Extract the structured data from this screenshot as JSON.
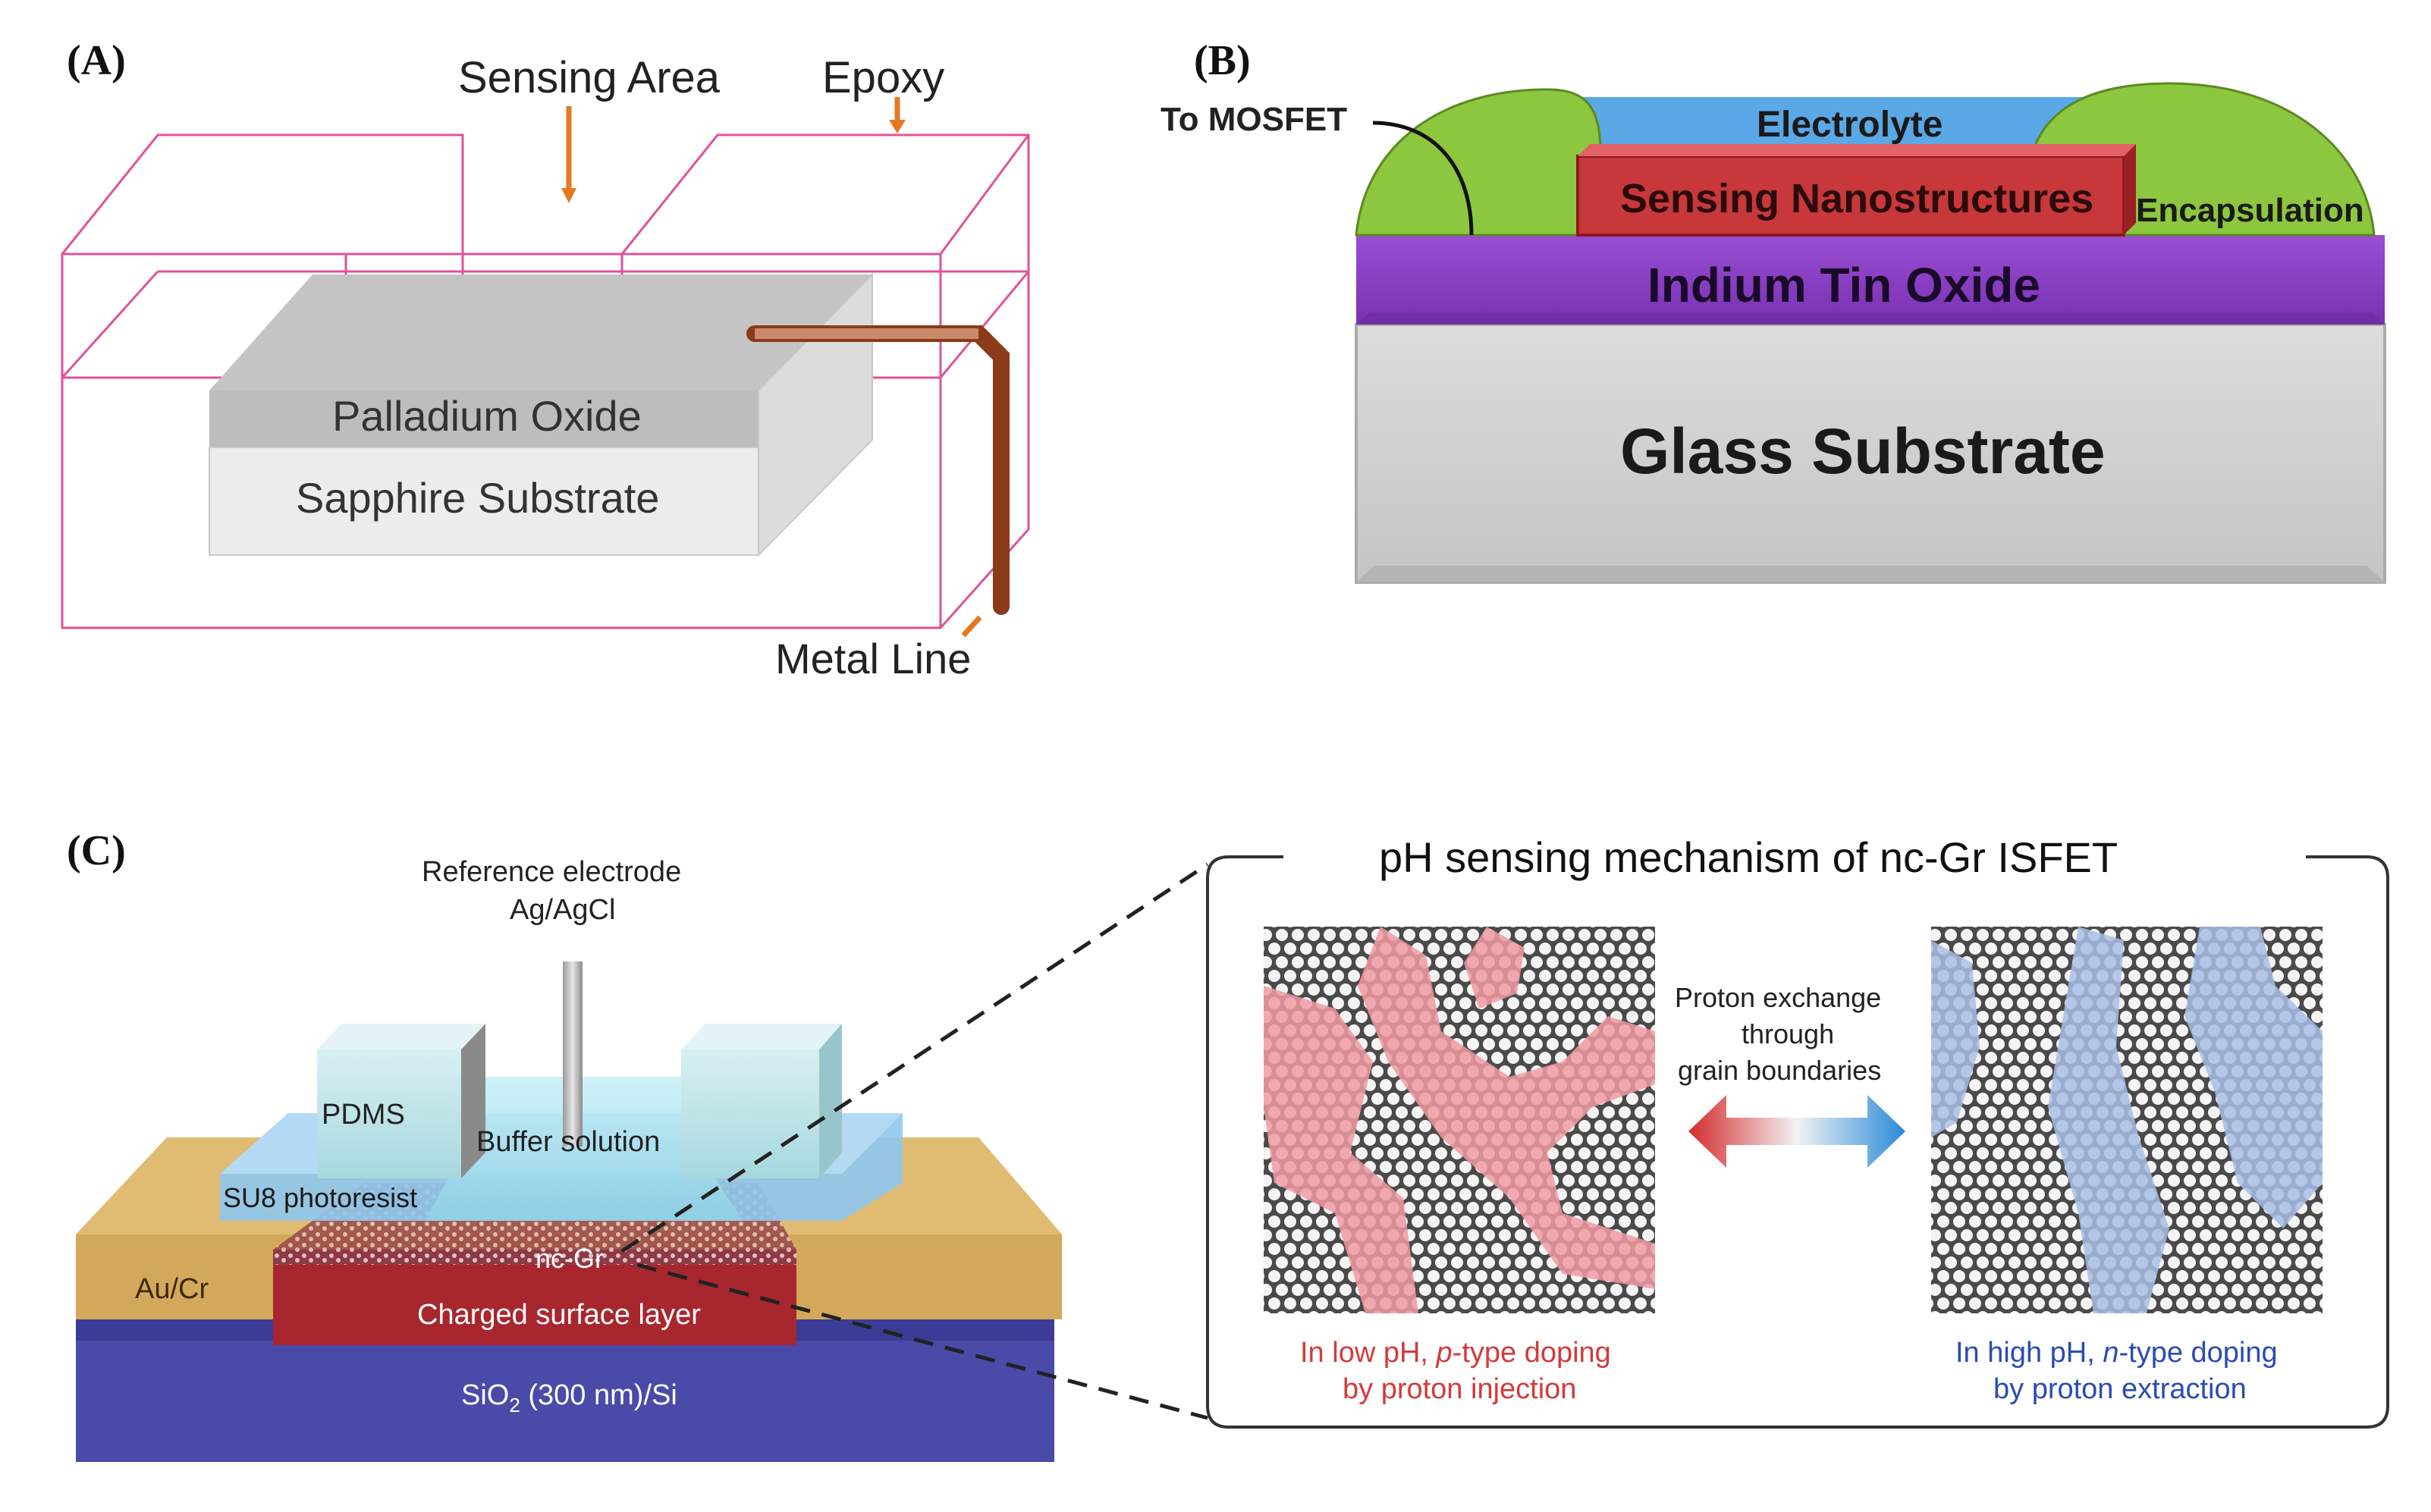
{
  "panel_a": {
    "label": "(A)",
    "sensing_area": "Sensing Area",
    "epoxy": "Epoxy",
    "palladium_oxide": "Palladium Oxide",
    "sapphire_substrate": "Sapphire Substrate",
    "metal_line": "Metal Line"
  },
  "panel_b": {
    "label": "(B)",
    "to_mosfet": "To MOSFET",
    "electrolyte": "Electrolyte",
    "sensing_nanostructures": "Sensing Nanostructures",
    "encapsulation": "Encapsulation",
    "indium_tin_oxide": "Indium Tin Oxide",
    "glass_substrate": "Glass Substrate"
  },
  "panel_c": {
    "label": "(C)",
    "reference_electrode_line1": "Reference electrode",
    "reference_electrode_line2": "Ag/AgCl",
    "pdms": "PDMS",
    "buffer_solution": "Buffer solution",
    "su8": "SU8 photoresist",
    "nc_gr": "nc-Gr",
    "au_cr": "Au/Cr",
    "charged_layer": "Charged surface layer",
    "sio2_a": "SiO",
    "sio2_sub": "2",
    "sio2_b": " (300 nm)/Si",
    "inset_title": "pH sensing mechanism of nc-Gr ISFET",
    "proton_line1": "Proton exchange",
    "proton_line2": "through",
    "proton_line3": "grain boundaries",
    "low_ph_a": "In low pH, ",
    "low_ph_italic": "p",
    "low_ph_b": "-type doping",
    "low_ph_line2": "by proton injection",
    "high_ph_a": "In high pH, ",
    "high_ph_italic": "n",
    "high_ph_b": "-type doping",
    "high_ph_line2": "by proton extraction"
  },
  "colors": {
    "pink_wire": "#e0529a",
    "orange_arrow": "#e87722",
    "metal_line": "#8b3a1a",
    "green_encapsulation": "#8dc63f",
    "electrolyte_blue": "#5aa8e6",
    "nanostructure_red": "#c8373a",
    "ito_purple": "#8a3cc4",
    "glass_gray": "#d2d2d2",
    "au_cr_gold": "#d4a85a",
    "charged_red": "#a8262e",
    "sio2_blue": "#4a4aa8",
    "pdms_cyan": "#bfe6ea",
    "su8_blue": "#8fc8ee",
    "low_ph_red": "#d43a3a",
    "high_ph_blue": "#2a4cb4"
  }
}
